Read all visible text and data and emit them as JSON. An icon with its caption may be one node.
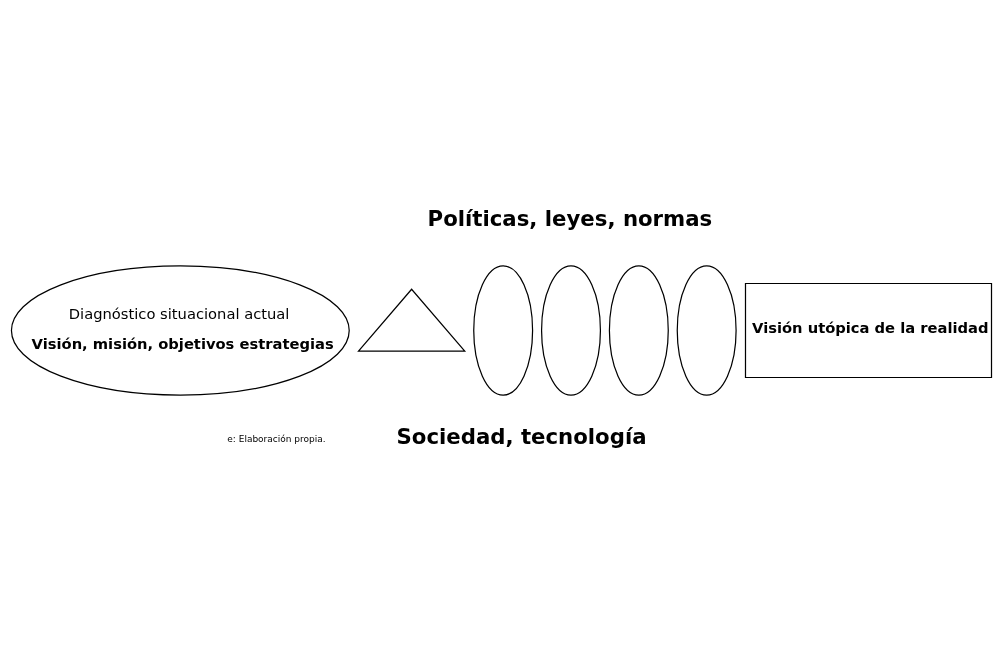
{
  "diagram": {
    "nodes": [
      {
        "text": [
          "Diagnóstico situacional actual",
          "Visión, misión, objetivos estrategias"
        ]
      },
      {
        "text": [],
        "shape": "triangle"
      },
      {
        "text": [],
        "shape": "ellipse"
      },
      {
        "text": [],
        "shape": "ellipse"
      },
      {
        "text": [],
        "shape": "ellipse"
      },
      {
        "text": [],
        "shape": "ellipse"
      },
      {
        "text": [
          "Visión utópica de la realidad"
        ]
      }
    ],
    "labels": [
      "Políticas, leyes, normas",
      "Sociedad, tecnología",
      "e: Elaboración propia."
    ]
  }
}
